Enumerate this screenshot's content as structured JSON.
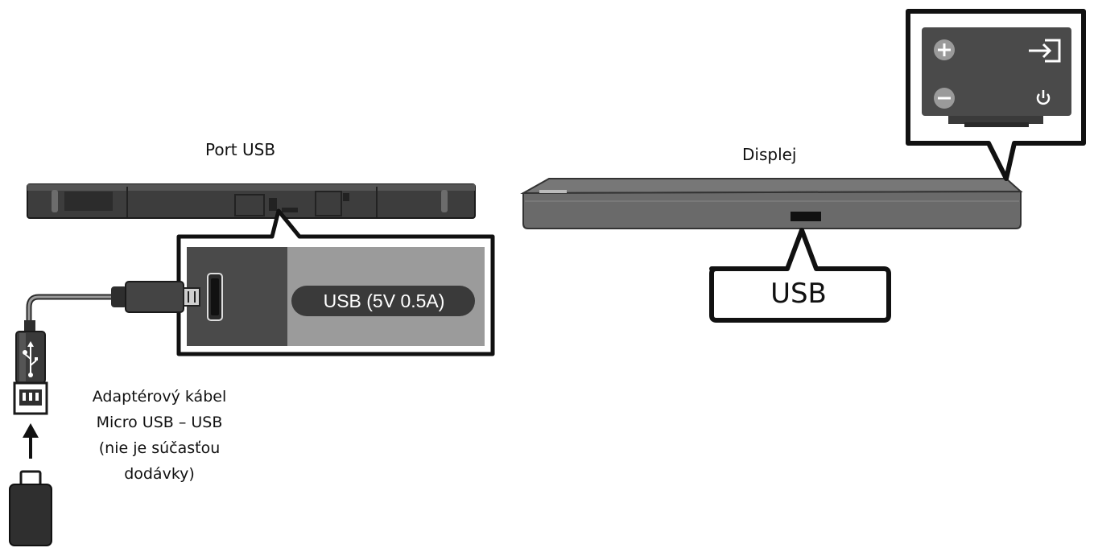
{
  "labels": {
    "port_usb": "Port USB",
    "display": "Displej",
    "usb_spec": "USB (5V 0.5A)",
    "usb_callout": "USB",
    "adapter_lines": [
      "Adaptérový kábel",
      "Micro USB – USB",
      "(nie je súčasťou",
      "dodávky)"
    ]
  },
  "icons": [
    "plus-icon",
    "minus-icon",
    "input-source-icon",
    "power-icon",
    "usb-symbol-icon",
    "arrow-up-icon"
  ],
  "colors": {
    "soundbar_dark": "#3d3d3d",
    "soundbar_light": "#6a6a6a",
    "panel_dark": "#4a4a4a",
    "panel_light": "#9b9b9b",
    "callout_border": "#111111",
    "badge_fill": "#3a3a3a"
  }
}
